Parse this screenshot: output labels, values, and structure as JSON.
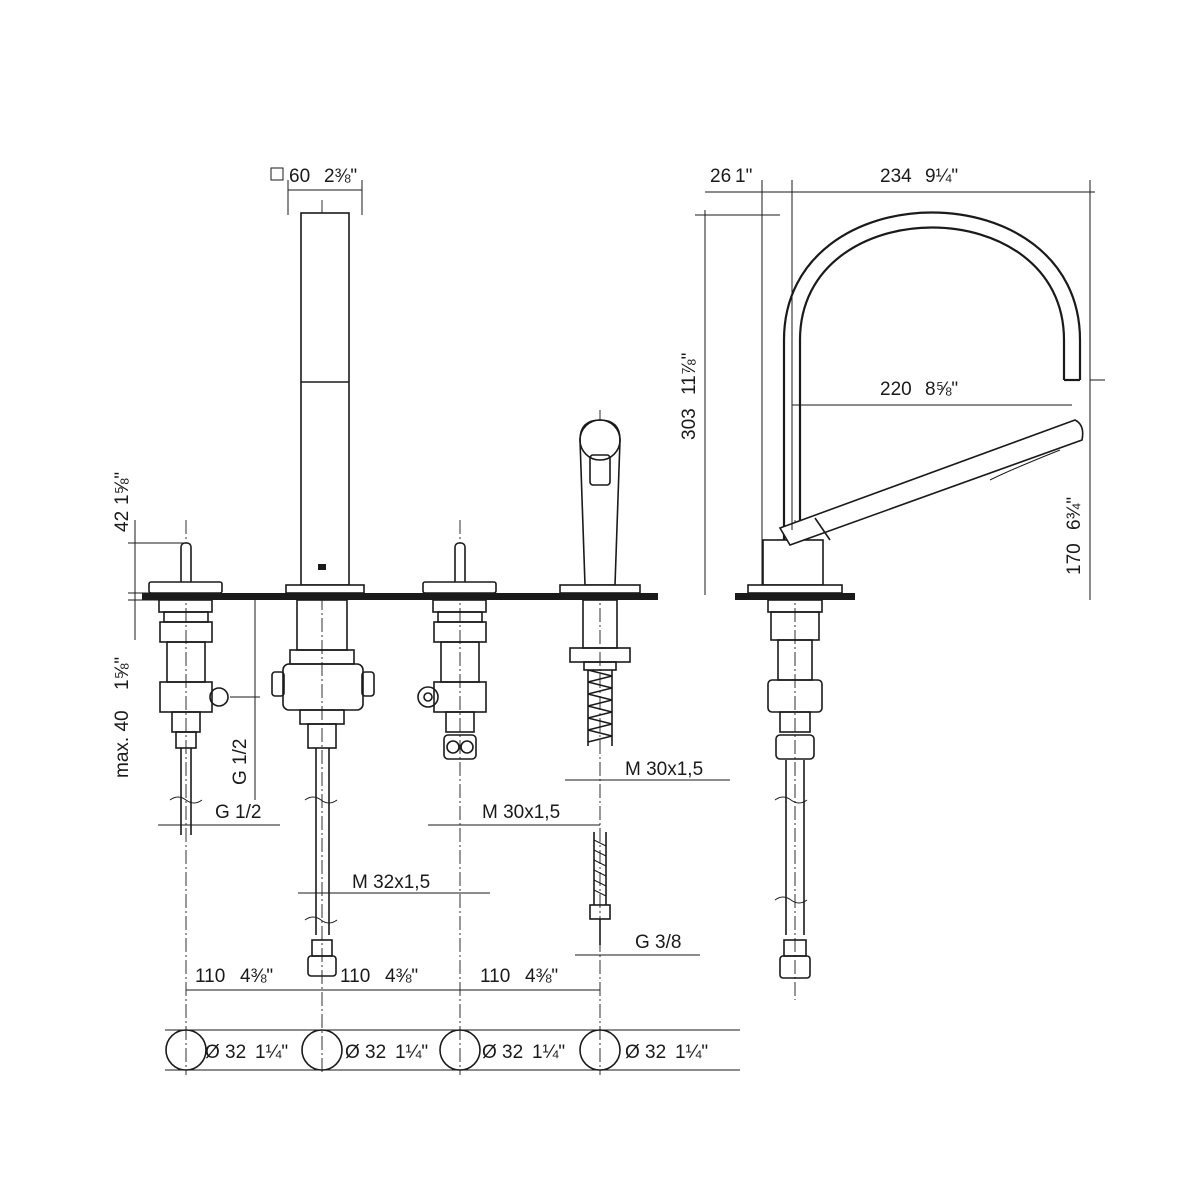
{
  "labels": {
    "handshower_width": "60",
    "handshower_width_in": "2⅜\"",
    "offset_26": "26",
    "offset_26_in": "1\"",
    "reach_234": "234",
    "reach_234_in": "9¼\"",
    "reach_220": "220",
    "reach_220_in": "8⅝\"",
    "height_303": "303",
    "height_303_in": "11⅞\"",
    "height_170": "170",
    "height_170_in": "6¾\"",
    "lever_42": "42",
    "lever_42_in": "1⅝\"",
    "deck_max40": "max. 40",
    "deck_max40_in": "1⅝\"",
    "g12_vertical": "G 1/2",
    "g12_horizontal": "G 1/2",
    "m30_spout": "M 30x1,5",
    "m30_valve": "M 30x1,5",
    "m32": "M 32x1,5",
    "g38": "G 3/8",
    "spacing_1": "110",
    "spacing_1_in": "4⅜\"",
    "spacing_2": "110",
    "spacing_2_in": "4⅜\"",
    "spacing_3": "110",
    "spacing_3_in": "4⅜\"",
    "hole_1": "32",
    "hole_1_in": "1¼\"",
    "hole_2": "32",
    "hole_2_in": "1¼\"",
    "hole_3": "32",
    "hole_3_in": "1¼\"",
    "hole_4": "32",
    "hole_4_in": "1¼\""
  }
}
